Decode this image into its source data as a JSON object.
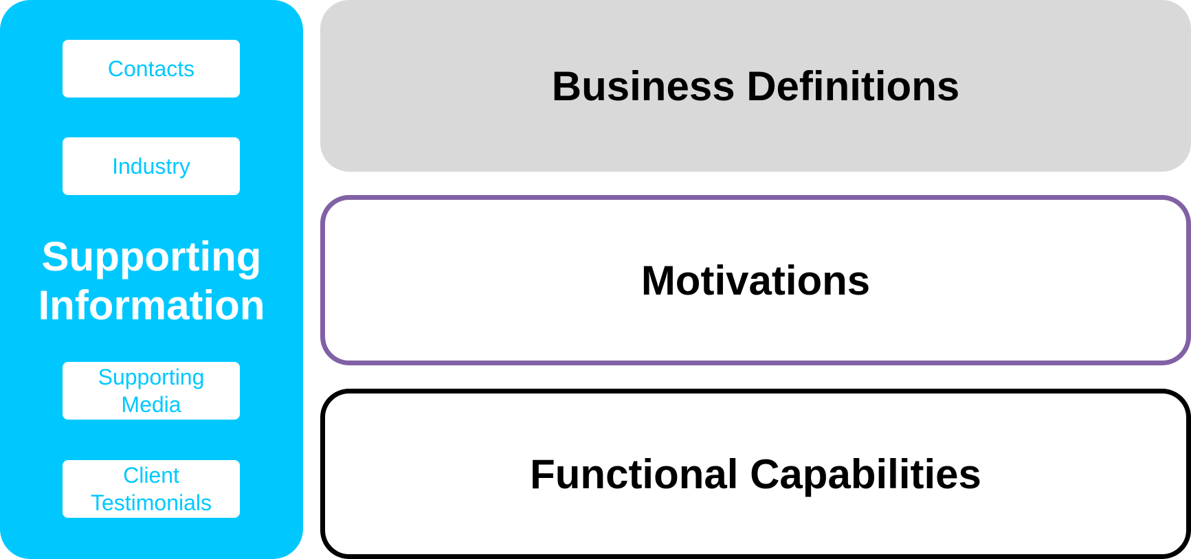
{
  "sidebar": {
    "title_lines": [
      "Supporting",
      "Information"
    ],
    "items": [
      {
        "lines": [
          "Contacts"
        ]
      },
      {
        "lines": [
          "Industry"
        ]
      },
      {
        "lines": [
          "Supporting",
          "Media"
        ]
      },
      {
        "lines": [
          "Client",
          "Testimonials"
        ]
      }
    ]
  },
  "panels": [
    {
      "label": "Business Definitions"
    },
    {
      "label": "Motivations"
    },
    {
      "label": "Functional Capabilities"
    }
  ],
  "colors": {
    "sidebar_bg": "#00c8ff",
    "business_bg": "#d9d9d9",
    "motivations_border": "#8161a5",
    "functional_border": "#000000"
  }
}
